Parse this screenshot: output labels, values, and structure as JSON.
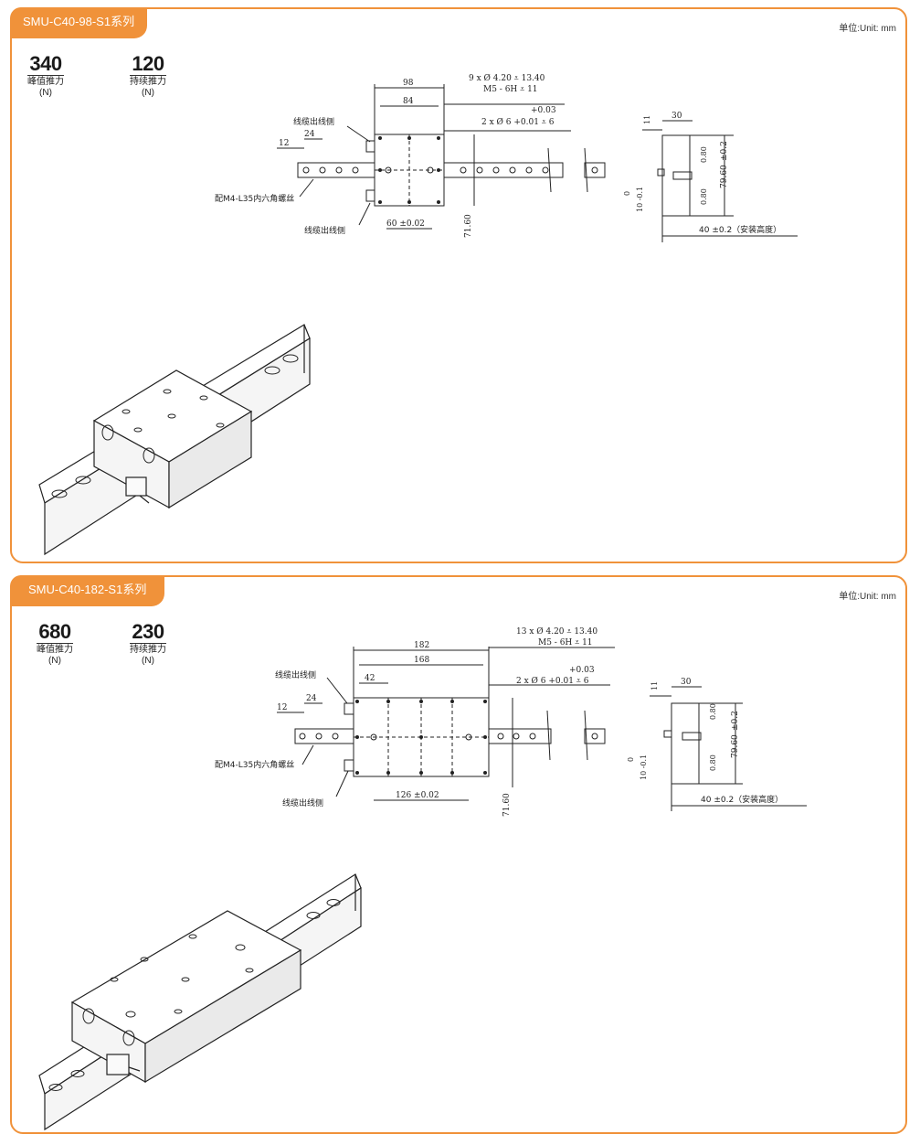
{
  "unit_label": "单位:Unit: mm",
  "colors": {
    "accent": "#f0923a"
  },
  "panels": [
    {
      "title": "SMU-C40-98-S1系列",
      "peak_force": {
        "value": "340",
        "label": "峰值推力",
        "unit": "(N)"
      },
      "continuous_force": {
        "value": "120",
        "label": "持续推力",
        "unit": "(N)"
      },
      "dims": {
        "overall": "98",
        "inner": "84",
        "pitch": "24",
        "end": "12",
        "hole_span": "60 ±0.02",
        "height": "71.60",
        "holes": "9 x Ø 4.20 ⩡ 13.40",
        "thread": "M5 - 6H ⩡ 11",
        "tol_top": "+0.03",
        "pins": "2 x Ø 6 +0.01 ⩡ 6"
      }
    },
    {
      "title": "SMU-C40-182-S1系列",
      "peak_force": {
        "value": "680",
        "label": "峰值推力",
        "unit": "(N)"
      },
      "continuous_force": {
        "value": "230",
        "label": "持续推力",
        "unit": "(N)"
      },
      "dims": {
        "overall": "182",
        "inner": "168",
        "pitch": "24",
        "end": "12",
        "hole_span": "126 ±0.02",
        "height": "71.60",
        "first": "42",
        "holes": "13 x Ø 4.20 ⩡ 13.40",
        "thread": "M5 - 6H ⩡ 11",
        "tol_top": "+0.03",
        "pins": "2 x Ø 6 +0.01 ⩡ 6"
      }
    }
  ],
  "labels": {
    "cable_side": "线缆出线侧",
    "screw": "配M4-L35内六角螺丝",
    "side_width": "30",
    "side_gap": "11",
    "side_tol1": "0.80",
    "side_tol2": "0.80",
    "side_h": "79.60",
    "side_pm": "±0.2",
    "side_zero": "0",
    "side_neg": "10 -0.1",
    "mount_height": "40 ±0.2（安装高度）"
  }
}
